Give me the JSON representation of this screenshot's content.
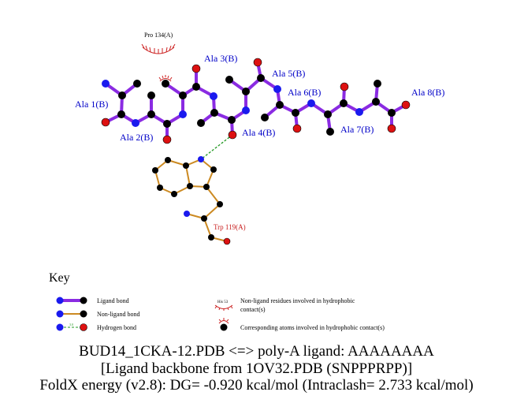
{
  "colors": {
    "ligand_bond": "#8a2be2",
    "nonligand_bond": "#cc8a22",
    "hbond": "#229922",
    "carbon": "#000000",
    "nitrogen": "#1a1aee",
    "oxygen": "#dd1111",
    "ligand_label": "#0000c8",
    "nonligand_label": "#c81e1e",
    "hydrophobic": "#cc2222"
  },
  "labels": {
    "pro134": "Pro 134(A)",
    "ala1": "Ala 1(B)",
    "ala2": "Ala 2(B)",
    "ala3": "Ala 3(B)",
    "ala4": "Ala 4(B)",
    "ala5": "Ala 5(B)",
    "ala6": "Ala 6(B)",
    "ala7": "Ala 7(B)",
    "ala8": "Ala 8(B)",
    "trp119": "Trp 119(A)"
  },
  "key": {
    "title": "Key",
    "ligand_bond": "Ligand bond",
    "nonligand_bond": "Non-ligand bond",
    "hydrogen_bond": "Hydrogen bond",
    "hbond_distance": "3.0",
    "example_residue": "His 53",
    "hydrophobic_residues_line1": "Non-ligand residues involved in hydrophobic",
    "hydrophobic_residues_line2": "contact(s)",
    "hydrophobic_atoms": "Corresponding atoms involved in hydrophobic contact(s)"
  },
  "caption": {
    "line1": "BUD14_1CKA-12.PDB <=> poly-A ligand: AAAAAAAA",
    "line2": "[Ligand backbone from 1OV32.PDB (SNPPPRPP)]",
    "line3": "FoldX energy (v2.8): DG= -0.920 kcal/mol (Intraclash= 2.733 kcal/mol)"
  }
}
